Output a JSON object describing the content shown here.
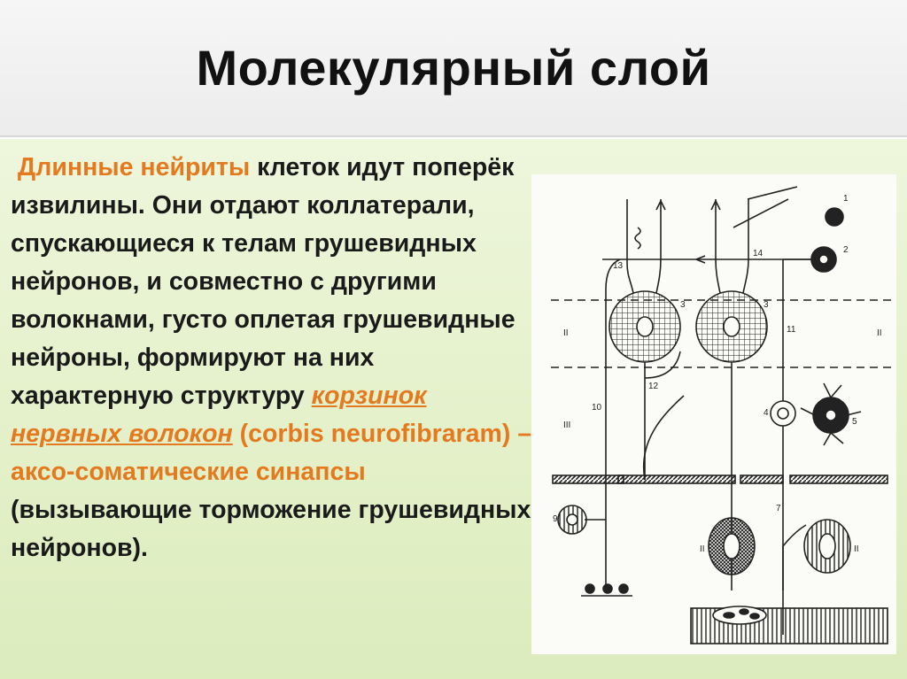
{
  "slide": {
    "title": "Молекулярный слой",
    "text": {
      "seg1": "Длинные нейриты",
      "seg2": " клеток идут поперёк извилины. Они отдают коллатерали, спускающиеся к телам грушевидных нейронов, и совместно с другими волокнами, густо оплетая грушевидные нейроны, формируют на них характерную структуру ",
      "seg3": "корзинок нервных волокон",
      "seg4": " (corbis neurofibraram) – аксо-соматические синапсы",
      "seg5": " (вызывающие торможение грушевидных нейронов)."
    },
    "figure": {
      "labels": [
        "1",
        "2",
        "3",
        "3",
        "4",
        "5",
        "7",
        "9",
        "10",
        "11",
        "12",
        "13",
        "14",
        "II",
        "II",
        "III",
        "II",
        "II"
      ]
    },
    "colors": {
      "accent": "#e37a1f",
      "text": "#1a1a1a",
      "background": "#e3f0c8"
    }
  }
}
